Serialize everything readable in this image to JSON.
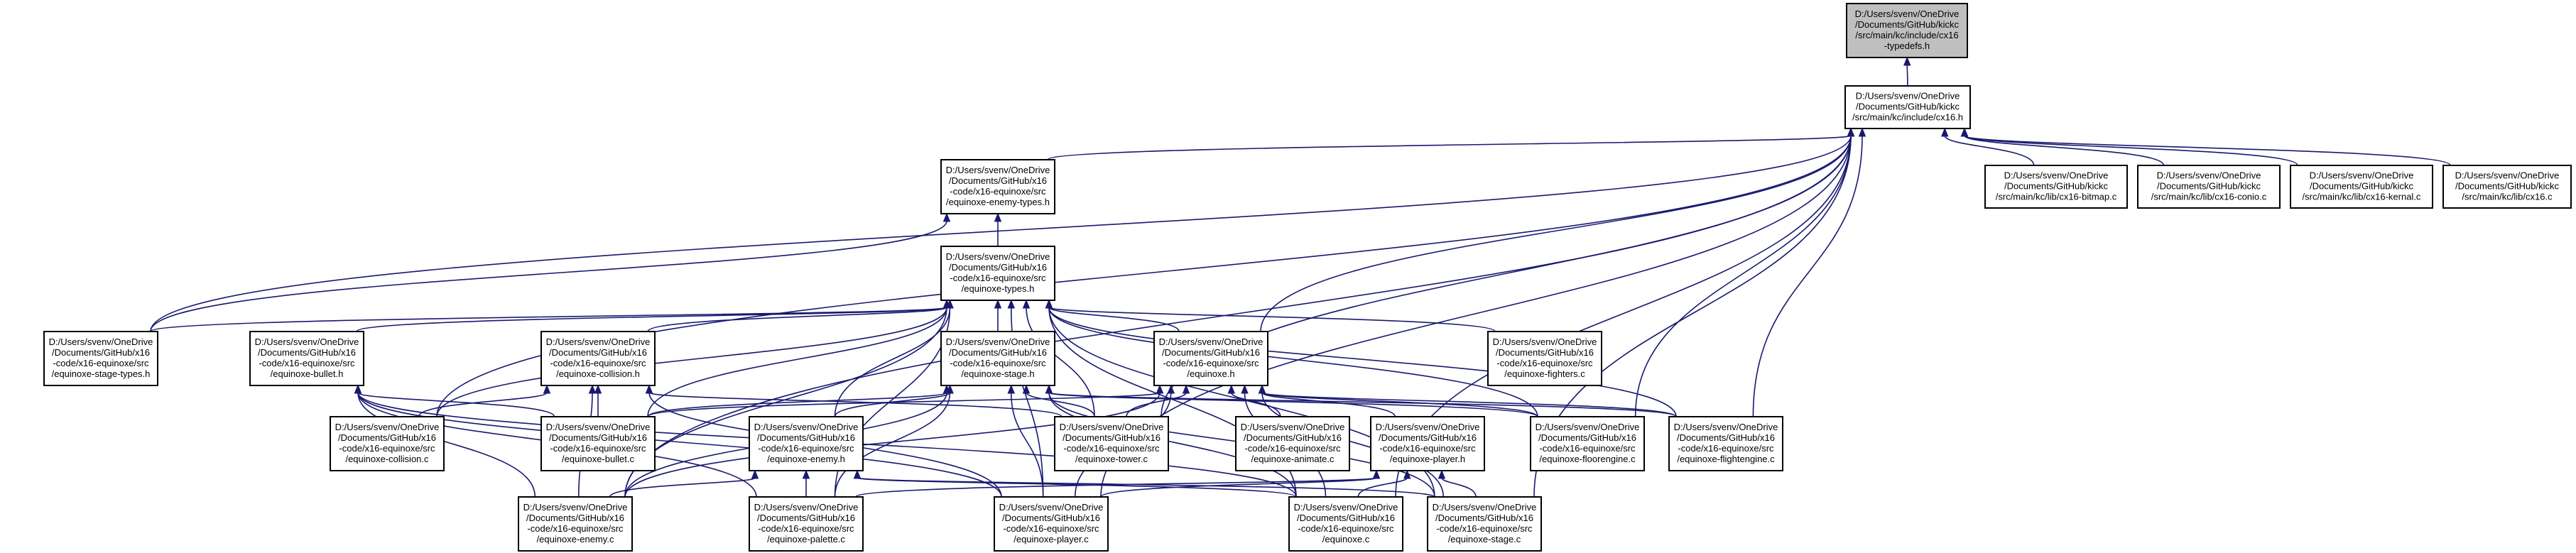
{
  "colors": {
    "edge": "#191970",
    "root_fill": "#bfbfbf",
    "node_fill": "#ffffff",
    "node_border": "#000000"
  },
  "nodes": [
    {
      "id": "typedefs",
      "root": true,
      "lines": [
        "D:/Users/svenv/OneDrive",
        "/Documents/GitHub/kickc",
        "/src/main/kc/include/cx16",
        "-typedefs.h"
      ]
    },
    {
      "id": "cx16h",
      "lines": [
        "D:/Users/svenv/OneDrive",
        "/Documents/GitHub/kickc",
        "/src/main/kc/include/cx16.h"
      ]
    },
    {
      "id": "enemytypes",
      "lines": [
        "D:/Users/svenv/OneDrive",
        "/Documents/GitHub/x16",
        "-code/x16-equinoxe/src",
        "/equinoxe-enemy-types.h"
      ]
    },
    {
      "id": "bitmap",
      "lines": [
        "D:/Users/svenv/OneDrive",
        "/Documents/GitHub/kickc",
        "/src/main/kc/lib/cx16-bitmap.c"
      ]
    },
    {
      "id": "conio",
      "lines": [
        "D:/Users/svenv/OneDrive",
        "/Documents/GitHub/kickc",
        "/src/main/kc/lib/cx16-conio.c"
      ]
    },
    {
      "id": "kernal",
      "lines": [
        "D:/Users/svenv/OneDrive",
        "/Documents/GitHub/kickc",
        "/src/main/kc/lib/cx16-kernal.c"
      ]
    },
    {
      "id": "cx16c",
      "lines": [
        "D:/Users/svenv/OneDrive",
        "/Documents/GitHub/kickc",
        "/src/main/kc/lib/cx16.c"
      ]
    },
    {
      "id": "types",
      "lines": [
        "D:/Users/svenv/OneDrive",
        "/Documents/GitHub/x16",
        "-code/x16-equinoxe/src",
        "/equinoxe-types.h"
      ]
    },
    {
      "id": "stagetypes",
      "lines": [
        "D:/Users/svenv/OneDrive",
        "/Documents/GitHub/x16",
        "-code/x16-equinoxe/src",
        "/equinoxe-stage-types.h"
      ]
    },
    {
      "id": "bulleth",
      "lines": [
        "D:/Users/svenv/OneDrive",
        "/Documents/GitHub/x16",
        "-code/x16-equinoxe/src",
        "/equinoxe-bullet.h"
      ]
    },
    {
      "id": "collisionh",
      "lines": [
        "D:/Users/svenv/OneDrive",
        "/Documents/GitHub/x16",
        "-code/x16-equinoxe/src",
        "/equinoxe-collision.h"
      ]
    },
    {
      "id": "stageh",
      "lines": [
        "D:/Users/svenv/OneDrive",
        "/Documents/GitHub/x16",
        "-code/x16-equinoxe/src",
        "/equinoxe-stage.h"
      ]
    },
    {
      "id": "equinoxeh",
      "lines": [
        "D:/Users/svenv/OneDrive",
        "/Documents/GitHub/x16",
        "-code/x16-equinoxe/src",
        "/equinoxe.h"
      ]
    },
    {
      "id": "fightersc",
      "lines": [
        "D:/Users/svenv/OneDrive",
        "/Documents/GitHub/x16",
        "-code/x16-equinoxe/src",
        "/equinoxe-fighters.c"
      ]
    },
    {
      "id": "collisionc",
      "lines": [
        "D:/Users/svenv/OneDrive",
        "/Documents/GitHub/x16",
        "-code/x16-equinoxe/src",
        "/equinoxe-collision.c"
      ]
    },
    {
      "id": "bulletc",
      "lines": [
        "D:/Users/svenv/OneDrive",
        "/Documents/GitHub/x16",
        "-code/x16-equinoxe/src",
        "/equinoxe-bullet.c"
      ]
    },
    {
      "id": "enemyh",
      "lines": [
        "D:/Users/svenv/OneDrive",
        "/Documents/GitHub/x16",
        "-code/x16-equinoxe/src",
        "/equinoxe-enemy.h"
      ]
    },
    {
      "id": "towerc",
      "lines": [
        "D:/Users/svenv/OneDrive",
        "/Documents/GitHub/x16",
        "-code/x16-equinoxe/src",
        "/equinoxe-tower.c"
      ]
    },
    {
      "id": "animatec",
      "lines": [
        "D:/Users/svenv/OneDrive",
        "/Documents/GitHub/x16",
        "-code/x16-equinoxe/src",
        "/equinoxe-animate.c"
      ]
    },
    {
      "id": "playerh",
      "lines": [
        "D:/Users/svenv/OneDrive",
        "/Documents/GitHub/x16",
        "-code/x16-equinoxe/src",
        "/equinoxe-player.h"
      ]
    },
    {
      "id": "floorengine",
      "lines": [
        "D:/Users/svenv/OneDrive",
        "/Documents/GitHub/x16",
        "-code/x16-equinoxe/src",
        "/equinoxe-floorengine.c"
      ]
    },
    {
      "id": "flightengine",
      "lines": [
        "D:/Users/svenv/OneDrive",
        "/Documents/GitHub/x16",
        "-code/x16-equinoxe/src",
        "/equinoxe-flightengine.c"
      ]
    },
    {
      "id": "enemyc",
      "lines": [
        "D:/Users/svenv/OneDrive",
        "/Documents/GitHub/x16",
        "-code/x16-equinoxe/src",
        "/equinoxe-enemy.c"
      ]
    },
    {
      "id": "palettec",
      "lines": [
        "D:/Users/svenv/OneDrive",
        "/Documents/GitHub/x16",
        "-code/x16-equinoxe/src",
        "/equinoxe-palette.c"
      ]
    },
    {
      "id": "playerc",
      "lines": [
        "D:/Users/svenv/OneDrive",
        "/Documents/GitHub/x16",
        "-code/x16-equinoxe/src",
        "/equinoxe-player.c"
      ]
    },
    {
      "id": "equinoxec",
      "lines": [
        "D:/Users/svenv/OneDrive",
        "/Documents/GitHub/x16",
        "-code/x16-equinoxe/src",
        "/equinoxe.c"
      ]
    },
    {
      "id": "stagec",
      "lines": [
        "D:/Users/svenv/OneDrive",
        "/Documents/GitHub/x16",
        "-code/x16-equinoxe/src",
        "/equinoxe-stage.c"
      ]
    }
  ],
  "edges": [
    [
      "typedefs",
      "cx16h"
    ],
    [
      "cx16h",
      "enemytypes"
    ],
    [
      "cx16h",
      "bitmap"
    ],
    [
      "cx16h",
      "conio"
    ],
    [
      "cx16h",
      "kernal"
    ],
    [
      "cx16h",
      "cx16c"
    ],
    [
      "cx16h",
      "stagetypes"
    ],
    [
      "cx16h",
      "equinoxeh"
    ],
    [
      "cx16h",
      "towerc"
    ],
    [
      "cx16h",
      "floorengine"
    ],
    [
      "cx16h",
      "flightengine"
    ],
    [
      "cx16h",
      "enemyc"
    ],
    [
      "cx16h",
      "playerc"
    ],
    [
      "cx16h",
      "equinoxec"
    ],
    [
      "cx16h",
      "stagec"
    ],
    [
      "cx16h",
      "collisionc"
    ],
    [
      "enemytypes",
      "types"
    ],
    [
      "enemytypes",
      "stagetypes"
    ],
    [
      "types",
      "stagetypes"
    ],
    [
      "types",
      "bulleth"
    ],
    [
      "types",
      "collisionh"
    ],
    [
      "types",
      "stageh"
    ],
    [
      "types",
      "equinoxeh"
    ],
    [
      "types",
      "fightersc"
    ],
    [
      "types",
      "collisionc"
    ],
    [
      "types",
      "bulletc"
    ],
    [
      "types",
      "enemyh"
    ],
    [
      "types",
      "towerc"
    ],
    [
      "types",
      "floorengine"
    ],
    [
      "types",
      "flightengine"
    ],
    [
      "types",
      "enemyc"
    ],
    [
      "types",
      "palettec"
    ],
    [
      "types",
      "playerc"
    ],
    [
      "types",
      "equinoxec"
    ],
    [
      "types",
      "stagec"
    ],
    [
      "bulleth",
      "bulletc"
    ],
    [
      "bulleth",
      "enemyc"
    ],
    [
      "bulleth",
      "palettec"
    ],
    [
      "bulleth",
      "playerc"
    ],
    [
      "bulleth",
      "equinoxec"
    ],
    [
      "collisionh",
      "collisionc"
    ],
    [
      "collisionh",
      "bulletc"
    ],
    [
      "collisionh",
      "enemyc"
    ],
    [
      "collisionh",
      "playerc"
    ],
    [
      "collisionh",
      "towerc"
    ],
    [
      "stageh",
      "enemyh"
    ],
    [
      "stageh",
      "bulletc"
    ],
    [
      "stageh",
      "enemyc"
    ],
    [
      "stageh",
      "towerc"
    ],
    [
      "stageh",
      "floorengine"
    ],
    [
      "stageh",
      "flightengine"
    ],
    [
      "stageh",
      "palettec"
    ],
    [
      "stageh",
      "playerc"
    ],
    [
      "stageh",
      "equinoxec"
    ],
    [
      "stageh",
      "stagec"
    ],
    [
      "equinoxeh",
      "bulletc"
    ],
    [
      "equinoxeh",
      "towerc"
    ],
    [
      "equinoxeh",
      "animatec"
    ],
    [
      "equinoxeh",
      "playerh"
    ],
    [
      "equinoxeh",
      "floorengine"
    ],
    [
      "equinoxeh",
      "flightengine"
    ],
    [
      "equinoxeh",
      "enemyc"
    ],
    [
      "equinoxeh",
      "playerc"
    ],
    [
      "equinoxeh",
      "equinoxec"
    ],
    [
      "equinoxeh",
      "stagec"
    ],
    [
      "enemyh",
      "enemyc"
    ],
    [
      "enemyh",
      "palettec"
    ],
    [
      "enemyh",
      "equinoxec"
    ],
    [
      "enemyh",
      "stagec"
    ],
    [
      "playerh",
      "playerc"
    ],
    [
      "playerh",
      "equinoxec"
    ],
    [
      "playerh",
      "stagec"
    ],
    [
      "playerh",
      "palettec"
    ]
  ]
}
